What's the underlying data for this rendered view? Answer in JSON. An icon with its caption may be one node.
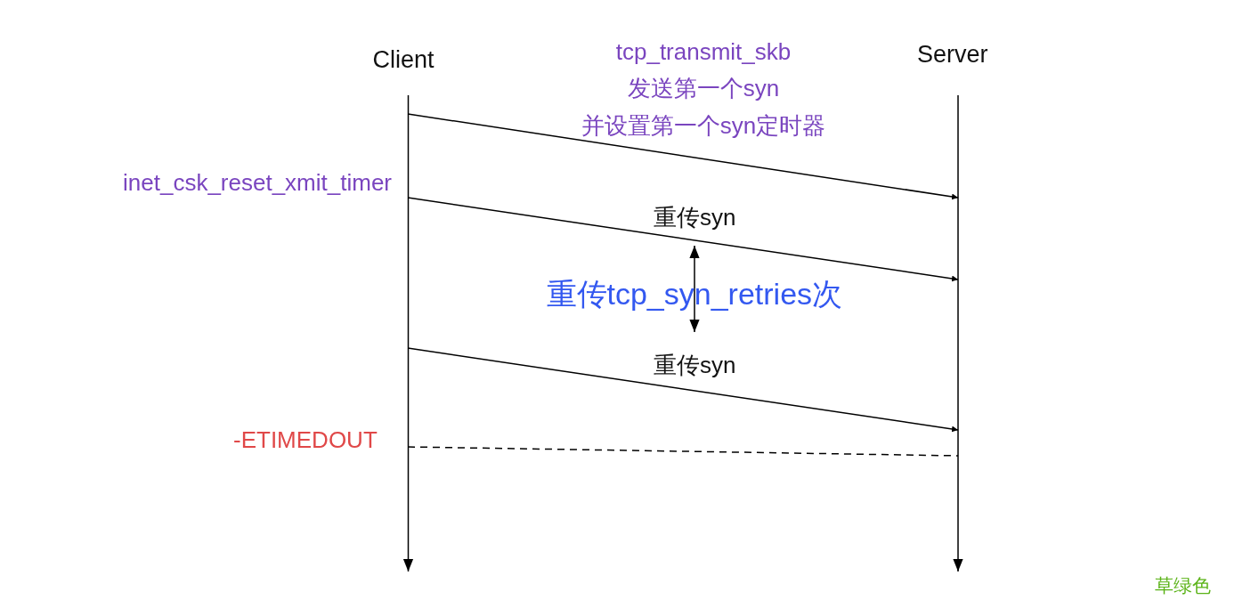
{
  "diagram": {
    "nodes": [
      {
        "text": [
          "Client"
        ]
      },
      {
        "text": [
          "Server"
        ]
      }
    ],
    "edges": [
      {
        "from": 0,
        "to": 1,
        "arrow": "to",
        "label": "tcp_transmit_skb 发送第一个syn 并设置第一个syn定时器"
      },
      {
        "from": 0,
        "to": 1,
        "arrow": "to",
        "label": "重传syn"
      },
      {
        "from": 0,
        "to": 1,
        "arrow": "to",
        "label": "重传syn"
      },
      {
        "from": 0,
        "to": 1,
        "arrow": "none",
        "style": "dashed"
      }
    ],
    "labels": [
      "inet_csk_reset_xmit_timer",
      "重传tcp_syn_retries次",
      "-ETIMEDOUT",
      "草绿色"
    ]
  }
}
